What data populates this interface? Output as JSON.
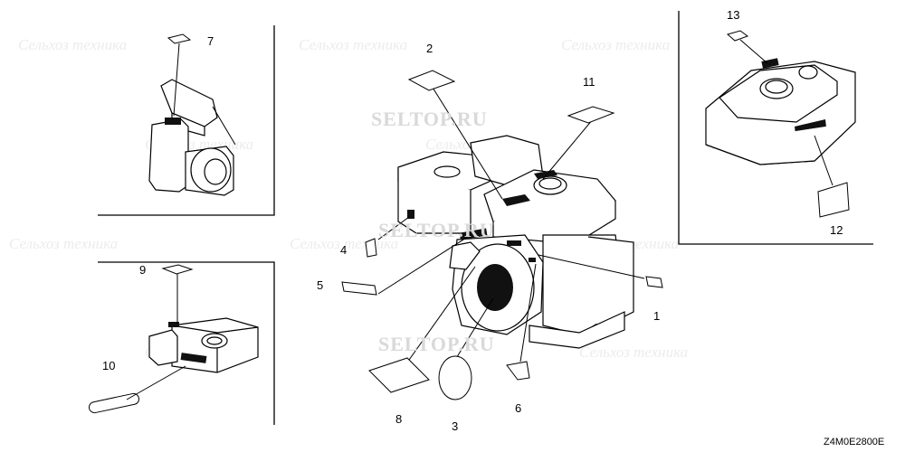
{
  "diagram": {
    "watermarks": [
      "SELTOP.RU",
      "SELTOP.RU",
      "SELTOP.RU"
    ],
    "background_watermark": "Сельхоз техника",
    "diagram_code": "Z4M0E2800E",
    "callouts": [
      {
        "number": "1"
      },
      {
        "number": "2"
      },
      {
        "number": "3"
      },
      {
        "number": "4"
      },
      {
        "number": "5"
      },
      {
        "number": "6"
      },
      {
        "number": "7"
      },
      {
        "number": "8"
      },
      {
        "number": "9"
      },
      {
        "number": "10"
      },
      {
        "number": "11"
      },
      {
        "number": "12"
      },
      {
        "number": "13"
      }
    ]
  }
}
